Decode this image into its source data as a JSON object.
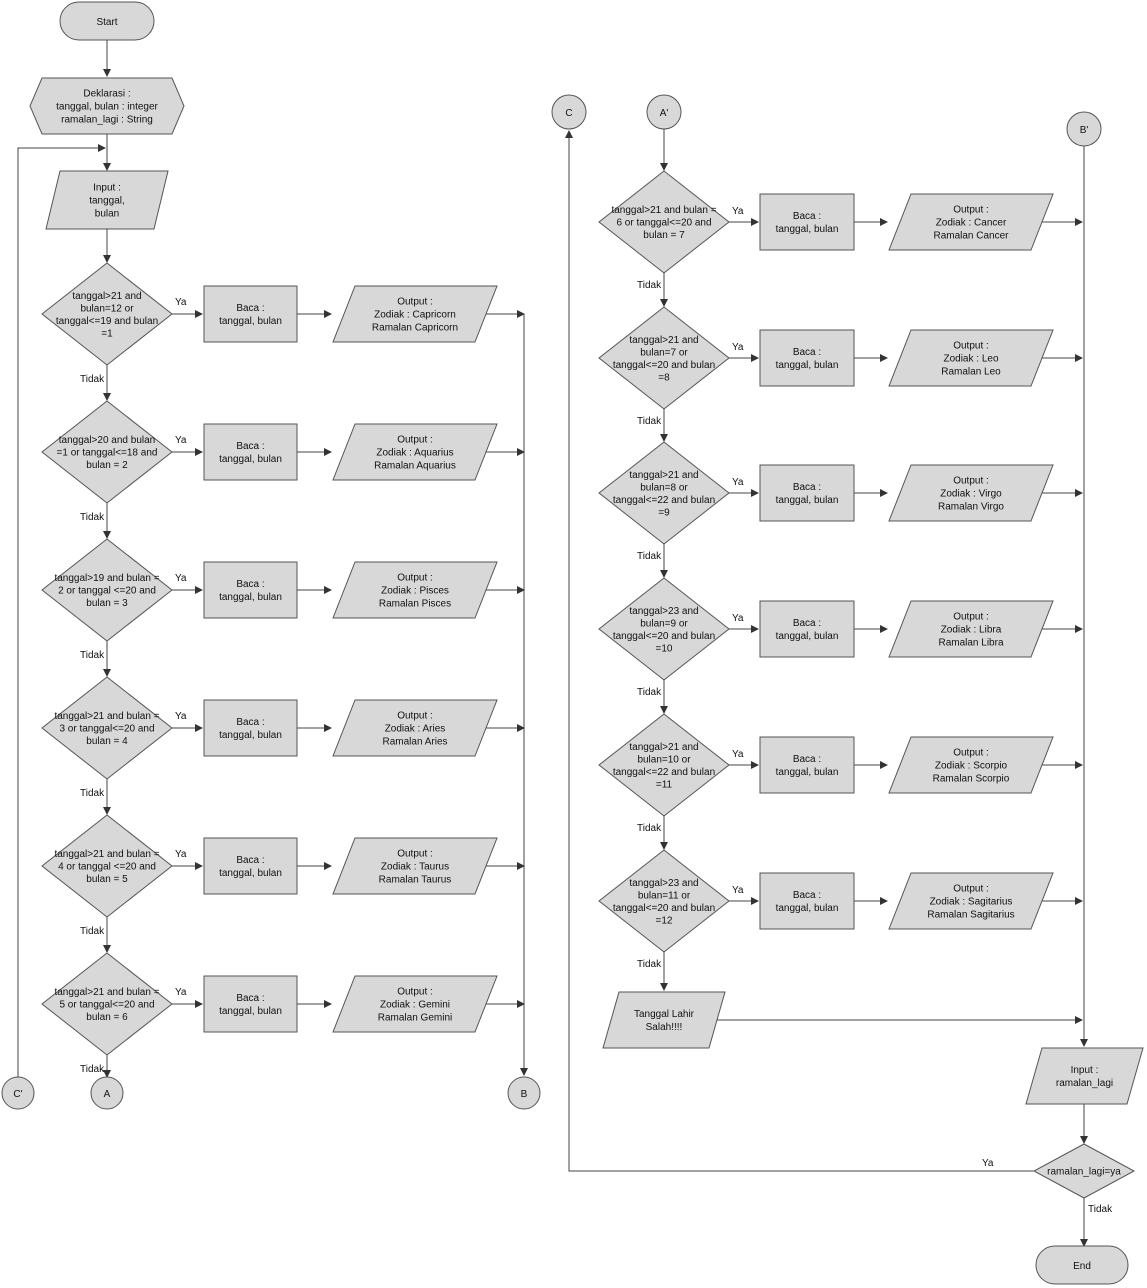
{
  "start": "Start",
  "end": "End",
  "declaration": [
    "Deklarasi :",
    "tanggal, bulan : integer",
    "ramalan_lagi : String"
  ],
  "input_date": [
    "Input :",
    "tanggal,",
    "bulan"
  ],
  "read_lines": [
    "Baca :",
    "tanggal, bulan"
  ],
  "yes_label": "Ya",
  "no_label": "Tidak",
  "left_column": [
    {
      "condition": [
        "tanggal>21 and",
        "bulan=12 or",
        "tanggal<=19 and bulan",
        "=1"
      ],
      "output": [
        "Output :",
        "Zodiak : Capricorn",
        "Ramalan Capricorn"
      ]
    },
    {
      "condition": [
        "tanggal>20 and bulan",
        "=1 or tanggal<=18 and",
        "bulan = 2"
      ],
      "output": [
        "Output :",
        "Zodiak : Aquarius",
        "Ramalan Aquarius"
      ]
    },
    {
      "condition": [
        "tanggal>19 and bulan =",
        "2  or tanggal <=20 and",
        "bulan = 3"
      ],
      "output": [
        "Output :",
        "Zodiak : Pisces",
        "Ramalan Pisces"
      ]
    },
    {
      "condition": [
        "tanggal>21 and bulan =",
        "3 or tanggal<=20 and",
        "bulan = 4"
      ],
      "output": [
        "Output :",
        "Zodiak : Aries",
        "Ramalan Aries"
      ]
    },
    {
      "condition": [
        "tanggal>21 and bulan =",
        "4 or tanggal <=20 and",
        "bulan = 5"
      ],
      "output": [
        "Output :",
        "Zodiak : Taurus",
        "Ramalan Taurus"
      ]
    },
    {
      "condition": [
        "tanggal>21 and bulan =",
        "5 or tanggal<=20 and",
        "bulan = 6"
      ],
      "output": [
        "Output :",
        "Zodiak : Gemini",
        "Ramalan Gemini"
      ]
    }
  ],
  "right_column": [
    {
      "condition": [
        "tanggal>21 and bulan =",
        "6 or tanggal<=20 and",
        "bulan = 7"
      ],
      "output": [
        "Output :",
        "Zodiak : Cancer",
        "Ramalan Cancer"
      ]
    },
    {
      "condition": [
        "tanggal>21 and",
        "bulan=7 or",
        "tanggal<=20 and bulan",
        "=8"
      ],
      "output": [
        "Output :",
        "Zodiak : Leo",
        "Ramalan Leo"
      ]
    },
    {
      "condition": [
        "tanggal>21 and",
        "bulan=8 or",
        "tanggal<=22 and bulan",
        "=9"
      ],
      "output": [
        "Output :",
        "Zodiak : Virgo",
        "Ramalan Virgo"
      ]
    },
    {
      "condition": [
        "tanggal>23 and",
        "bulan=9 or",
        "tanggal<=20 and bulan",
        "=10"
      ],
      "output": [
        "Output :",
        "Zodiak : Libra",
        "Ramalan Libra"
      ]
    },
    {
      "condition": [
        "tanggal>21 and",
        "bulan=10 or",
        "tanggal<=22 and bulan",
        "=11"
      ],
      "output": [
        "Output :",
        "Zodiak : Scorpio",
        "Ramalan Scorpio"
      ]
    },
    {
      "condition": [
        "tanggal>23 and",
        "bulan=11 or",
        "tanggal<=20 and bulan",
        "=12"
      ],
      "output": [
        "Output :",
        "Zodiak : Sagitarius",
        "Ramalan Sagitarius"
      ]
    }
  ],
  "error_output": [
    "Tanggal Lahir",
    "Salah!!!!"
  ],
  "input_again": [
    "Input :",
    "ramalan_lagi"
  ],
  "repeat_condition": "ramalan_lagi=ya",
  "connectors": {
    "c_prime": "C'",
    "a": "A",
    "b": "B",
    "c": "C",
    "a_prime": "A'",
    "b_prime": "B'"
  }
}
